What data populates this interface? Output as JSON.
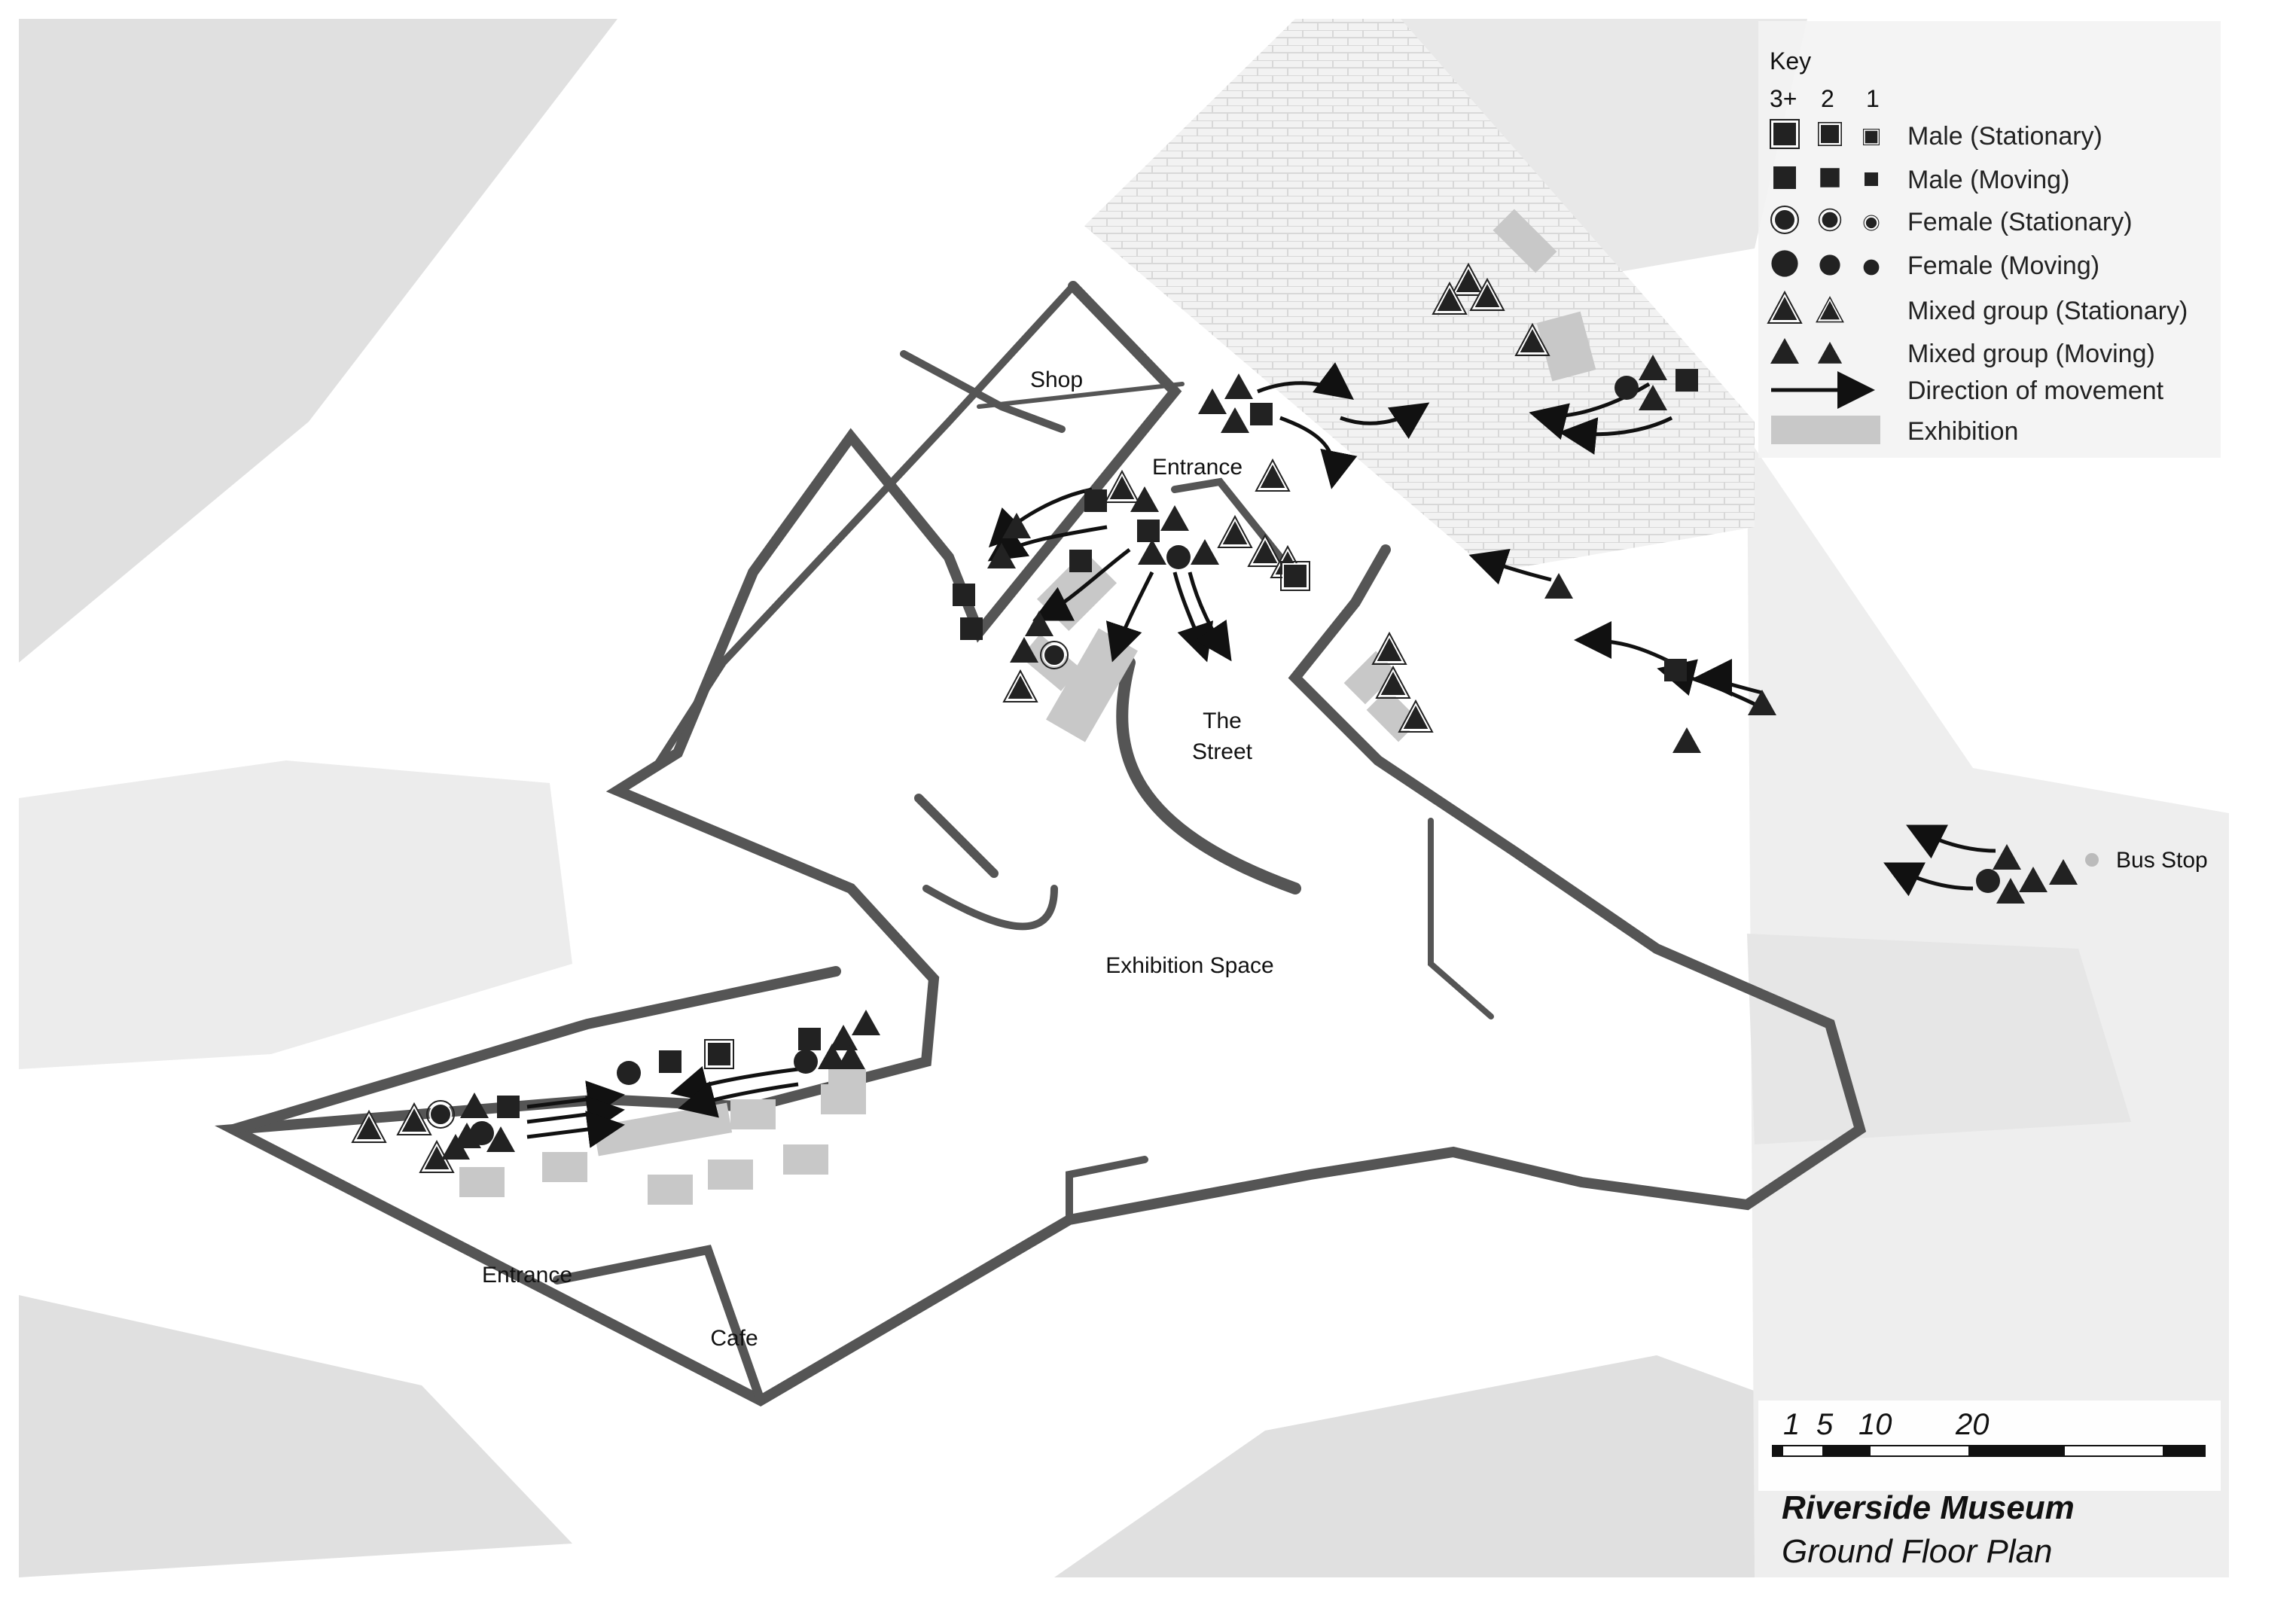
{
  "labels": {
    "shop": "Shop",
    "entrance_top": "Entrance",
    "the_street_1": "The",
    "the_street_2": "Street",
    "exhibition_space": "Exhibition Space",
    "entrance_bottom": "Entrance",
    "cafe": "Cafe",
    "bus_stop": "Bus Stop"
  },
  "key": {
    "title": "Key",
    "col_3plus": "3+",
    "col_2": "2",
    "col_1": "1",
    "male_stationary": "Male (Stationary)",
    "male_moving": "Male (Moving)",
    "female_stationary": "Female (Stationary)",
    "female_moving": "Female (Moving)",
    "mixed_stationary": "Mixed group (Stationary)",
    "mixed_moving": "Mixed group (Moving)",
    "direction": "Direction of movement",
    "exhibition": "Exhibition"
  },
  "scale": {
    "n1": "1",
    "n5": "5",
    "n10": "10",
    "n20": "20"
  },
  "title": {
    "main": "Riverside Museum",
    "sub": "Ground Floor Plan"
  },
  "colors": {
    "building_gray": "#e1e1e1",
    "wall": "#555555",
    "marker": "#222222",
    "exhibition": "#c8c8c8"
  }
}
